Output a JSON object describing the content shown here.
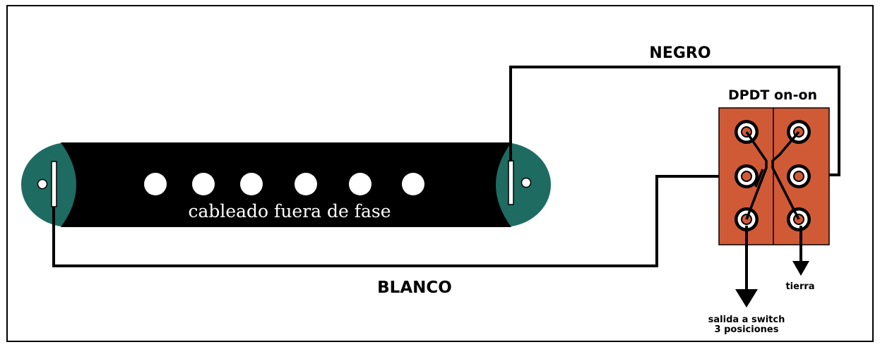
{
  "labels": {
    "pickup_caption": "cableado fuera de fase",
    "wire_black": "NEGRO",
    "wire_white": "BLANCO",
    "switch_title": "DPDT on-on",
    "ground": "tierra",
    "output_line1": "salida a switch",
    "output_line2": "3 posiciones"
  },
  "colors": {
    "pickup_body": "#000000",
    "pickup_ends": "#1e6b61",
    "switch_body": "#d05a35",
    "wire": "#000000",
    "lug_ring": "#ffffff"
  },
  "pickup_pole_count": 6,
  "switch_lug_count": 6
}
